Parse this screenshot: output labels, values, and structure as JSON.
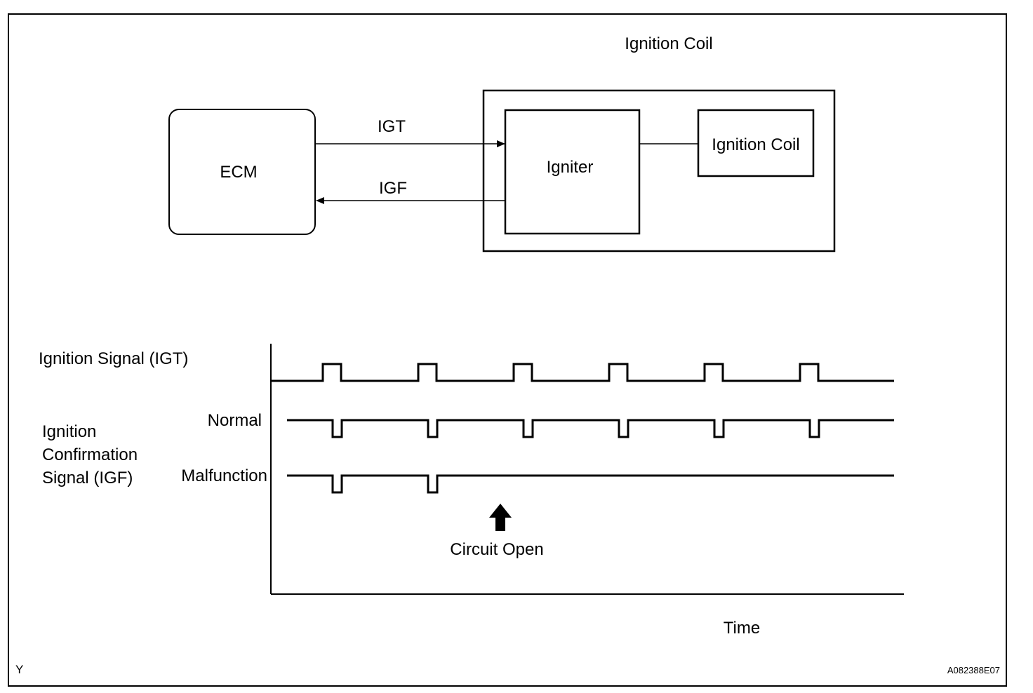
{
  "diagram": {
    "header_label": "Ignition Coil",
    "ecm_label": "ECM",
    "igniter_label": "Igniter",
    "inner_coil_label": "Ignition Coil",
    "igt_arrow_label": "IGT",
    "igf_arrow_label": "IGF"
  },
  "timing": {
    "igt_row_label": "Ignition Signal (IGT)",
    "igf_group_label": [
      "Ignition",
      "Confirmation",
      "Signal (IGF)"
    ],
    "normal_label": "Normal",
    "malfunction_label": "Malfunction",
    "event_label": "Circuit Open",
    "time_axis_label": "Time",
    "igt_pulses": 6,
    "igf_normal_pulses": 6,
    "igf_malfunction_pulses": 2
  },
  "footer": {
    "left_mark": "Y",
    "figure_code": "A082388E07"
  }
}
